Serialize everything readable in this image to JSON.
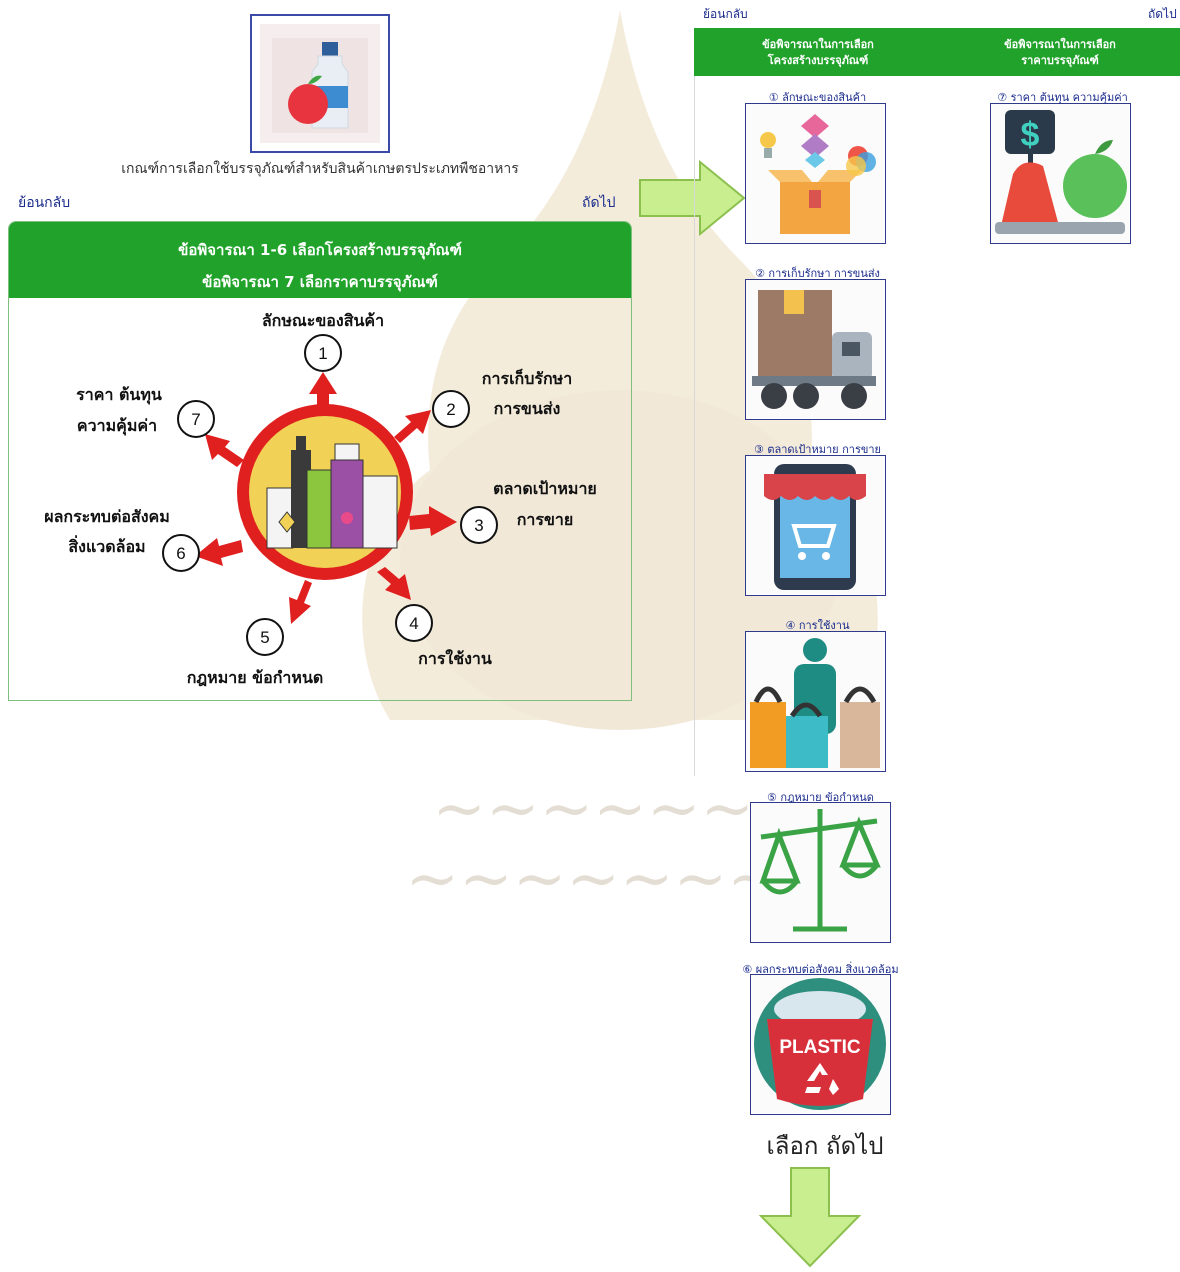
{
  "left": {
    "caption": "เกณฑ์การเลือกใช้บรรจุภัณฑ์สำหรับสินค้าเกษตรประเภทพืชอาหาร",
    "back": "ย้อนกลับ",
    "next": "ถัดไป",
    "header_line1": "ข้อพิจารณา 1-6  เลือกโครงสร้างบรรจุภัณฑ์",
    "header_line2": "ข้อพิจารณา 7  เลือกราคาบรรจุภัณฑ์",
    "spokes": [
      {
        "num": "1",
        "line1": "ลักษณะของสินค้า",
        "line2": ""
      },
      {
        "num": "2",
        "line1": "การเก็บรักษา",
        "line2": "การขนส่ง"
      },
      {
        "num": "3",
        "line1": "ตลาดเป้าหมาย",
        "line2": "การขาย"
      },
      {
        "num": "4",
        "line1": "การใช้งาน",
        "line2": ""
      },
      {
        "num": "5",
        "line1": "กฎหมาย ข้อกำหนด",
        "line2": ""
      },
      {
        "num": "6",
        "line1": "ผลกระทบต่อสังคม",
        "line2": "สิ่งแวดล้อม"
      },
      {
        "num": "7",
        "line1": "ราคา ต้นทุน",
        "line2": "ความคุ้มค่า"
      }
    ]
  },
  "right": {
    "back": "ย้อนกลับ",
    "next": "ถัดไป",
    "col1_header": [
      "ข้อพิจารณาในการเลือก",
      "โครงสร้างบรรจุภัณฑ์"
    ],
    "col2_header": [
      "ข้อพิจารณาในการเลือก",
      "ราคาบรรจุภัณฑ์"
    ],
    "items": [
      {
        "label": "① ลักษณะของสินค้า",
        "icon": "product-box-icon"
      },
      {
        "label": "② การเก็บรักษา การขนส่ง",
        "icon": "delivery-truck-icon"
      },
      {
        "label": "③ ตลาดเป้าหมาย การขาย",
        "icon": "shop-cart-icon"
      },
      {
        "label": "④ การใช้งาน",
        "icon": "shopper-bags-icon"
      },
      {
        "label": "⑤ กฎหมาย ข้อกำหนด",
        "icon": "scales-icon"
      },
      {
        "label": "⑥ ผลกระทบต่อสังคม สิ่งแวดล้อม",
        "icon": "plastic-recycle-icon"
      },
      {
        "label": "⑦ ราคา ต้นทุน ความคุ้มค่า",
        "icon": "price-tag-icon"
      }
    ],
    "plastic_text": "PLASTIC",
    "select_next": "เลือก ถัดไป"
  },
  "colors": {
    "green": "#21a32b",
    "arrow_green": "#c9ee8f",
    "link": "#1a2b8c",
    "red": "#e02020"
  }
}
